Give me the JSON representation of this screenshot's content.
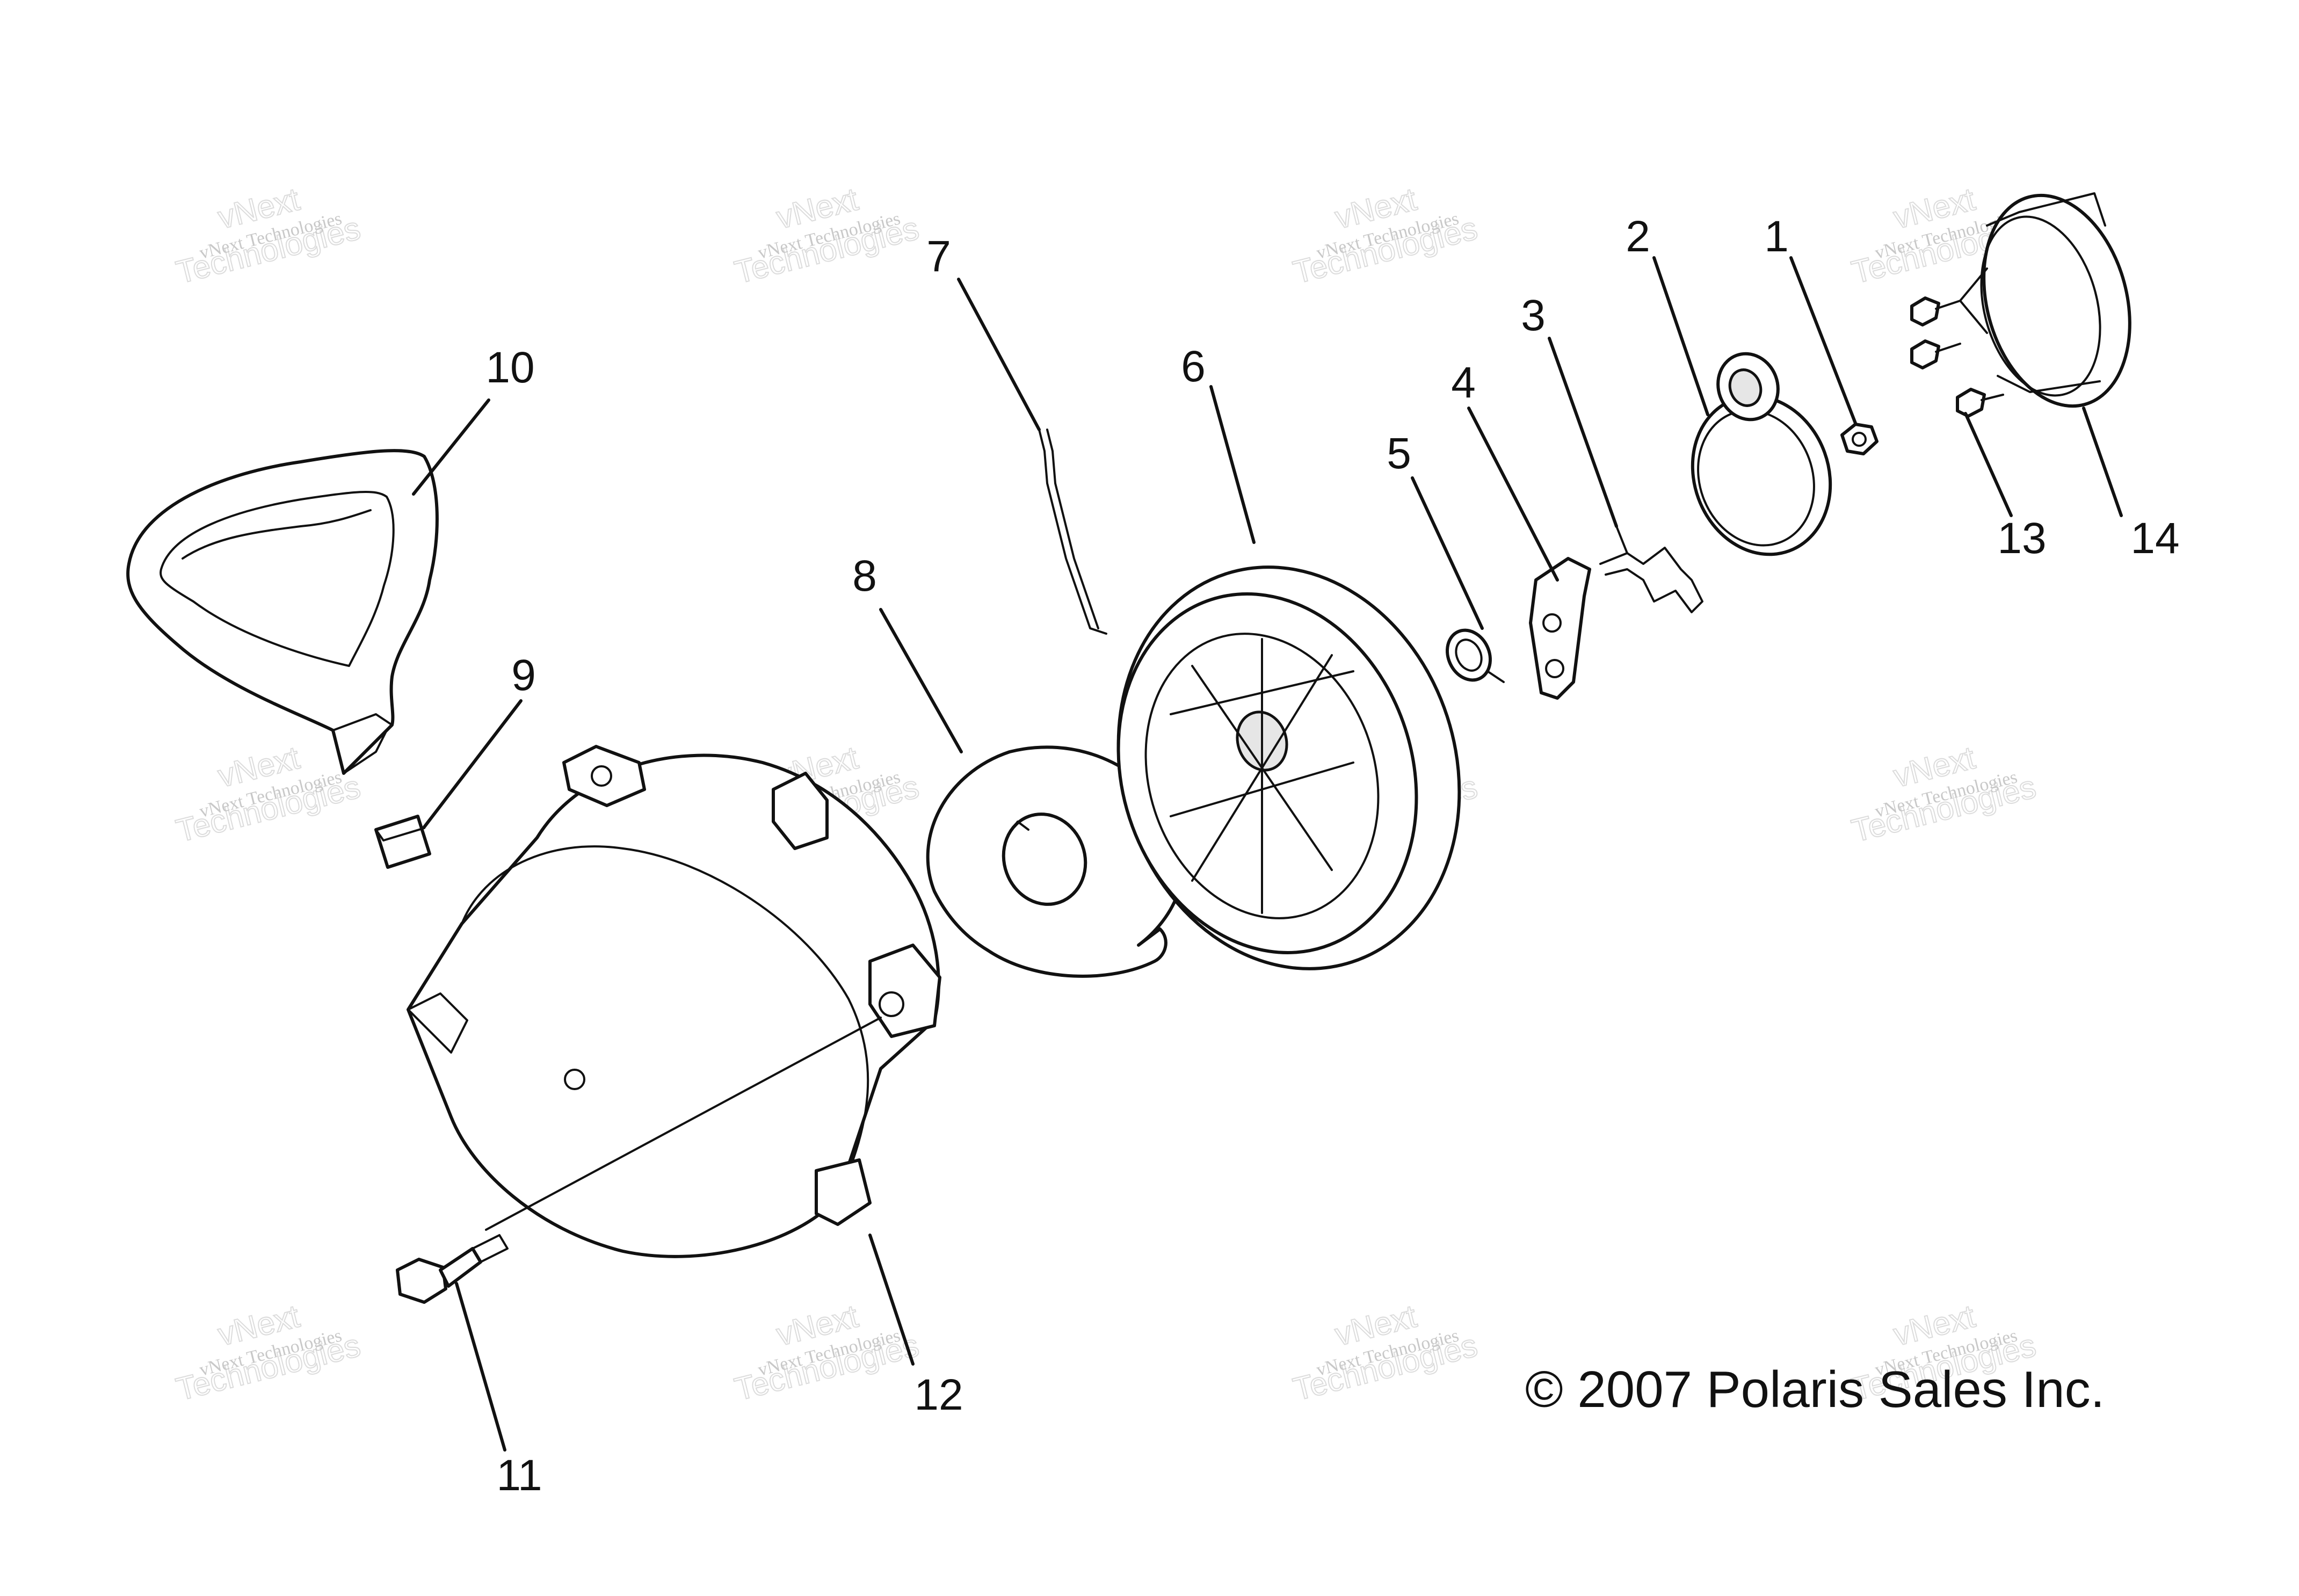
{
  "callouts": [
    "1",
    "2",
    "3",
    "4",
    "5",
    "6",
    "7",
    "8",
    "9",
    "10",
    "11",
    "12",
    "13",
    "14"
  ],
  "copyright": "© 2007 Polaris Sales Inc.",
  "watermark": {
    "small": "vNext Technologies",
    "big_a": "vNext",
    "big_b": "Technologies"
  }
}
